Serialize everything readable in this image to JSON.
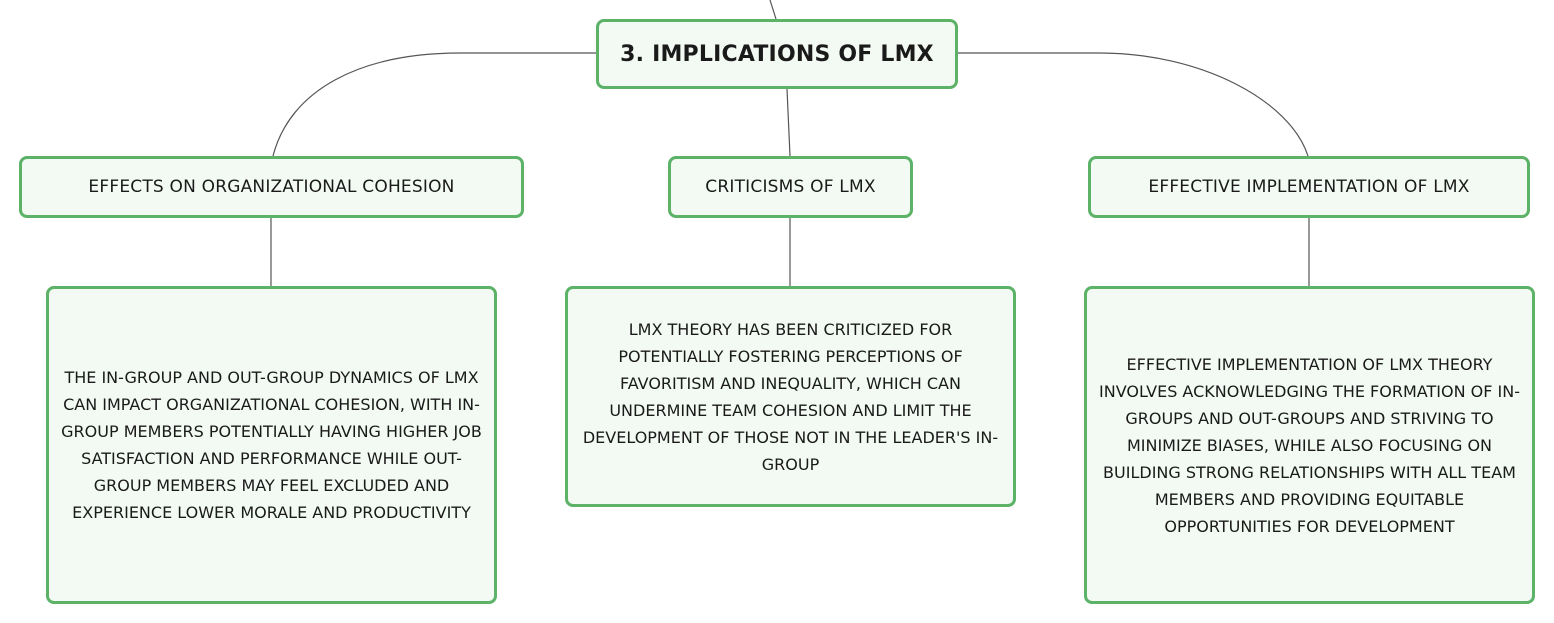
{
  "root": {
    "label": "3. IMPLICATIONS OF LMX"
  },
  "branches": [
    {
      "topic": "EFFECTS ON ORGANIZATIONAL COHESION",
      "detail": "THE IN-GROUP AND OUT-GROUP DYNAMICS OF LMX CAN IMPACT ORGANIZATIONAL COHESION, WITH IN-GROUP MEMBERS POTENTIALLY HAVING HIGHER JOB SATISFACTION AND PERFORMANCE WHILE OUT-GROUP MEMBERS MAY FEEL EXCLUDED AND EXPERIENCE LOWER MORALE AND PRODUCTIVITY"
    },
    {
      "topic": "CRITICISMS OF LMX",
      "detail": "LMX THEORY HAS BEEN CRITICIZED FOR POTENTIALLY FOSTERING PERCEPTIONS OF FAVORITISM AND INEQUALITY, WHICH CAN UNDERMINE TEAM COHESION AND LIMIT THE DEVELOPMENT OF THOSE NOT IN THE LEADER'S IN-GROUP"
    },
    {
      "topic": "EFFECTIVE IMPLEMENTATION OF LMX",
      "detail": "EFFECTIVE IMPLEMENTATION OF LMX THEORY INVOLVES ACKNOWLEDGING THE FORMATION OF IN-GROUPS AND OUT-GROUPS AND STRIVING TO MINIMIZE BIASES, WHILE ALSO FOCUSING ON BUILDING STRONG RELATIONSHIPS WITH ALL TEAM MEMBERS AND PROVIDING EQUITABLE OPPORTUNITIES FOR DEVELOPMENT"
    }
  ],
  "colors": {
    "node_border": "#5cb267",
    "node_fill": "#f2faf3",
    "connector": "#555555"
  }
}
